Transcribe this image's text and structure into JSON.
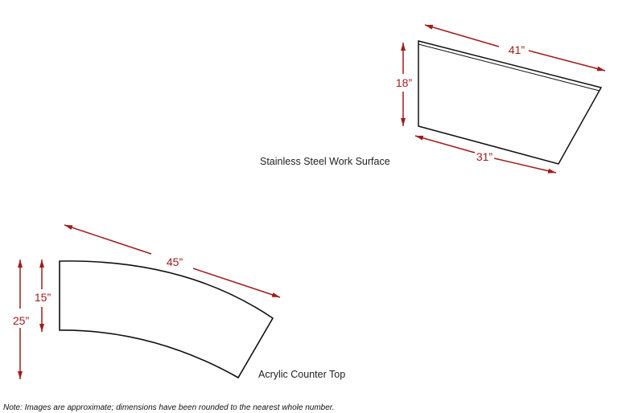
{
  "colors": {
    "dimension": "#a01c1c",
    "outline": "#111111"
  },
  "stainless": {
    "caption": "Stainless Steel Work Surface",
    "dims": {
      "top": "41”",
      "side": "18”",
      "bottom": "31”"
    }
  },
  "acrylic": {
    "caption": "Acrylic Counter Top",
    "dims": {
      "length": "45”",
      "inner": "15”",
      "outer": "25”"
    }
  },
  "note": "Note: Images are approximate; dimensions have been rounded to the nearest whole number."
}
